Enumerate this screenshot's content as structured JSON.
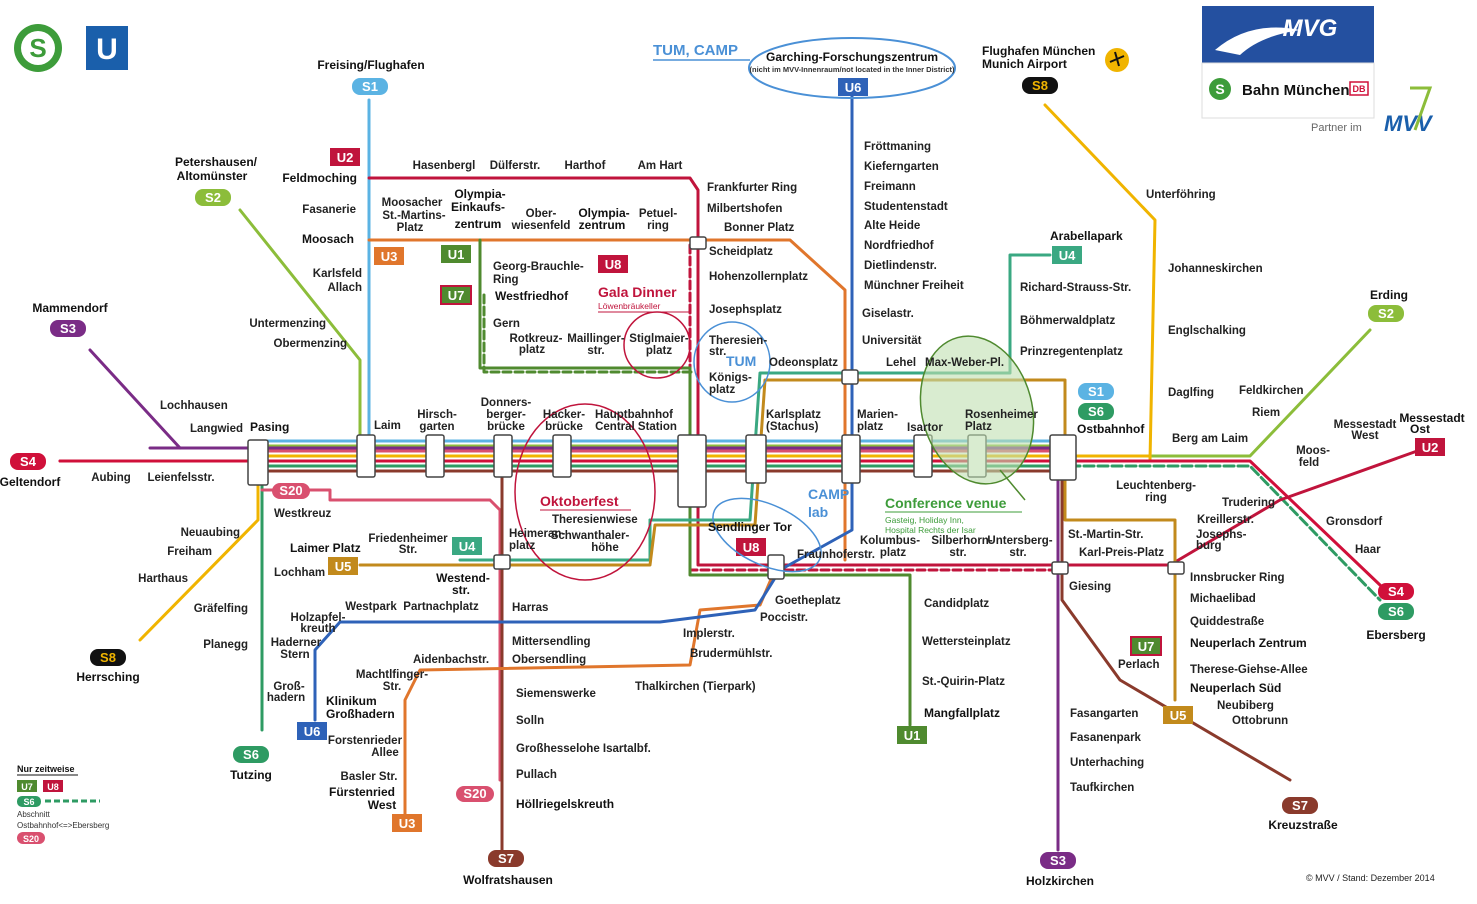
{
  "brand": {
    "s_logo": "S",
    "u_logo": "U",
    "mvg": "MVG",
    "sbahn": "Bahn München",
    "db": "DB",
    "partner": "Partner im",
    "mvv": "MVV",
    "copyright": "© MVV / Stand: Dezember 2014"
  },
  "colors": {
    "S1": "#5bb3e3",
    "S2": "#8cbd3a",
    "S3": "#7a2c86",
    "S4": "#d0103a",
    "S6": "#2e9b63",
    "S7": "#8a3a2c",
    "S8": "#f0b400",
    "S20": "#d9506f",
    "U1": "#4f8a2f",
    "U2": "#c0143c",
    "U3": "#e0762c",
    "U4": "#3aa882",
    "U5": "#c28a1c",
    "U6": "#2e62b8",
    "U7": "#4f8a2f",
    "U8": "#c0143c"
  },
  "termini": {
    "freising": "Freising/Flughafen",
    "petershausen": "Petershausen/\nAltomünster",
    "mammendorf": "Mammendorf",
    "geltendorf": "Geltendorf",
    "herrsching": "Herrsching",
    "tutzing": "Tutzing",
    "wolfratshausen": "Wolfratshausen",
    "holzkirchen": "Holzkirchen",
    "kreuzstrasse": "Kreuzstraße",
    "ebersberg": "Ebersberg",
    "erding": "Erding",
    "airport": "Flughafen München\nMunich Airport",
    "garching": "Garching-Forschungszentrum",
    "garching_note": "(nicht im MVV-Innenraum/not located in the Inner District)"
  },
  "badges": {
    "S1": "S1",
    "S2": "S2",
    "S3": "S3",
    "S4": "S4",
    "S6": "S6",
    "S7": "S7",
    "S8": "S8",
    "S20": "S20",
    "U1": "U1",
    "U2": "U2",
    "U3": "U3",
    "U4": "U4",
    "U5": "U5",
    "U6": "U6",
    "U7": "U7",
    "U8": "U8"
  },
  "stations": {
    "feldmoching": "Feldmoching",
    "hasenbergl": "Hasenbergl",
    "duelferstr": "Dülferstr.",
    "harthof": "Harthof",
    "amhart": "Am Hart",
    "frankfurterring": "Frankfurter Ring",
    "milbertshofen": "Milbertshofen",
    "bonnerplatz": "Bonner Platz",
    "scheidplatz": "Scheidplatz",
    "hohenzollernplatz": "Hohenzollernplatz",
    "josephsplatz": "Josephsplatz",
    "theresienstr": "Theresien-\nstr.",
    "koenigsplatz": "Königs-\nplatz",
    "fasanerie": "Fasanerie",
    "moosach": "Moosach",
    "moosacher": "Moosacher\nSt.-Martins-\nPlatz",
    "oez": "Olympia-\nEinkaufs-\nzentrum",
    "oberwiesenfeld": "Ober-\nwiesenfeld",
    "olympiazentrum": "Olympia-\nzentrum",
    "petuelring": "Petuel-\nring",
    "georgbrauchle": "Georg-Brauchle-\nRing",
    "westfriedhof": "Westfriedhof",
    "gern": "Gern",
    "rotkreuzplatz": "Rotkreuz-\nplatz",
    "maillinger": "Maillinger-\nstr.",
    "stiglmaier": "Stiglmaier-\nplatz",
    "karlsfeld": "Karlsfeld",
    "allach": "Allach",
    "untermenzing": "Untermenzing",
    "obermenzing": "Obermenzing",
    "lochhausen": "Lochhausen",
    "langwied": "Langwied",
    "pasing": "Pasing",
    "aubing": "Aubing",
    "leienfels": "Leienfelsstr.",
    "laim": "Laim",
    "hirschgarten": "Hirsch-\ngarten",
    "donnersberger": "Donners-\nberger-\nbrücke",
    "hackerbruecke": "Hacker-\nbrücke",
    "hbf": "Hauptbahnhof\nCentral Station",
    "karlsplatz": "Karlsplatz\n(Stachus)",
    "odeonsplatz": "Odeonsplatz",
    "marienplatz": "Marien-\nplatz",
    "isartor": "Isartor",
    "rosenheimer": "Rosenheimer\nPlatz",
    "ostbahnhof": "Ostbahnhof",
    "lehel": "Lehel",
    "maxweber": "Max-Weber-Pl.",
    "froettmaning": "Fröttmaning",
    "kieferngarten": "Kieferngarten",
    "freimann": "Freimann",
    "studentenstadt": "Studentenstadt",
    "alteheide": "Alte Heide",
    "nordfriedhof": "Nordfriedhof",
    "dietlindenstr": "Dietlindenstr.",
    "muenchnerfreiheit": "Münchner Freiheit",
    "giselastr": "Giselastr.",
    "universitaet": "Universität",
    "arabellapark": "Arabellapark",
    "richardstrauss": "Richard-Strauss-Str.",
    "boehmerwald": "Böhmerwaldplatz",
    "prinzregenten": "Prinzregentenplatz",
    "unterfoehring": "Unterföhring",
    "johanneskirchen": "Johanneskirchen",
    "englschalking": "Englschalking",
    "daglfing": "Daglfing",
    "feldkirchen": "Feldkirchen",
    "riem": "Riem",
    "bergamlaim": "Berg am Laim",
    "messewest": "Messestadt\nWest",
    "messeost": "Messestadt\nOst",
    "moosfeld": "Moos-\nfeld",
    "leuchtenbergring": "Leuchtenberg-\nring",
    "trudering": "Trudering",
    "kreillerstr": "Kreillerstr.",
    "josephsburg": "Josephs-\nburg",
    "gronsdorf": "Gronsdorf",
    "haar": "Haar",
    "innsbrucker": "Innsbrucker Ring",
    "michaelibad": "Michaelibad",
    "quiddestr": "Quiddestraße",
    "neuperlachzentrum": "Neuperlach Zentrum",
    "perlach": "Perlach",
    "theresegiehse": "Therese-Giehse-Allee",
    "neuperlachsued": "Neuperlach Süd",
    "neubiberg": "Neubiberg",
    "ottobrunn": "Ottobrunn",
    "stmartinstr": "St.-Martin-Str.",
    "karlpreis": "Karl-Preis-Platz",
    "giesing": "Giesing",
    "fasangarten": "Fasangarten",
    "fasanenpark": "Fasanenpark",
    "unterhaching": "Unterhaching",
    "taufkirchen": "Taufkirchen",
    "kolumbusplatz": "Kolumbus-\nplatz",
    "silberhorn": "Silberhorn-\nstr.",
    "untersberg": "Untersberg-\nstr.",
    "fraunhoferstr": "Fraunhoferstr.",
    "sendlingertor": "Sendlinger Tor",
    "goetheplatz": "Goetheplatz",
    "poccistr": "Poccistr.",
    "implerstr": "Implerstr.",
    "brudermuehl": "Brudermühlstr.",
    "thalkirchen": "Thalkirchen (Tierpark)",
    "candidplatz": "Candidplatz",
    "wettersteinplatz": "Wettersteinplatz",
    "stquirin": "St.-Quirin-Platz",
    "mangfallplatz": "Mangfallplatz",
    "westkreuz": "Westkreuz",
    "neuaubing": "Neuaubing",
    "freiham": "Freiham",
    "harthaus": "Harthaus",
    "graefelfing": "Gräfelfing",
    "planegg": "Planegg",
    "lochham": "Lochham",
    "laimerplatz": "Laimer Platz",
    "friedenheimer": "Friedenheimer\nStr.",
    "westendstr": "Westend-\nstr.",
    "heimeranplatz": "Heimeran-\nplatz",
    "theresienwiese": "Theresienwiese",
    "schwanthaler": "Schwanthaler-\nhöhe",
    "westpark": "Westpark",
    "partnachplatz": "Partnachplatz",
    "holzapfelkreuth": "Holzapfel-\nkreuth",
    "haderner": "Haderner\nStern",
    "grosshadern": "Groß-\nhadern",
    "klinikum": "Klinikum\nGroßhadern",
    "harras": "Harras",
    "mittersendling": "Mittersendling",
    "obersendling": "Obersendling",
    "siemenswerke": "Siemenswerke",
    "solln": "Solln",
    "grosshesselohe": "Großhesselohe Isartalbf.",
    "pullach": "Pullach",
    "hoellriegelskreuth": "Höllriegelskreuth",
    "aidenbach": "Aidenbachstr.",
    "machtlfinger": "Machtlfinger-\nStr.",
    "forstenried": "Forstenrieder\nAllee",
    "basler": "Basler Str.",
    "fuerstenried": "Fürstenried\nWest"
  },
  "annotations": {
    "tumcamp": "TUM, CAMP",
    "tum": "TUM",
    "gala": "Gala Dinner",
    "gala_sub": "Löwenbräukeller",
    "oktoberfest": "Oktoberfest",
    "camp": "CAMP\nlab",
    "conference": "Conference venue",
    "conference_sub1": "Gasteig, Holiday Inn,",
    "conference_sub2": "Hospital Rechts der Isar"
  },
  "legend": {
    "title": "Nur zeitweise",
    "u7": "U7",
    "u8": "U8",
    "s6": "S6",
    "note1": "Abschnitt",
    "note2": "Ostbahnhof<=>Ebersberg",
    "s20": "S20"
  }
}
